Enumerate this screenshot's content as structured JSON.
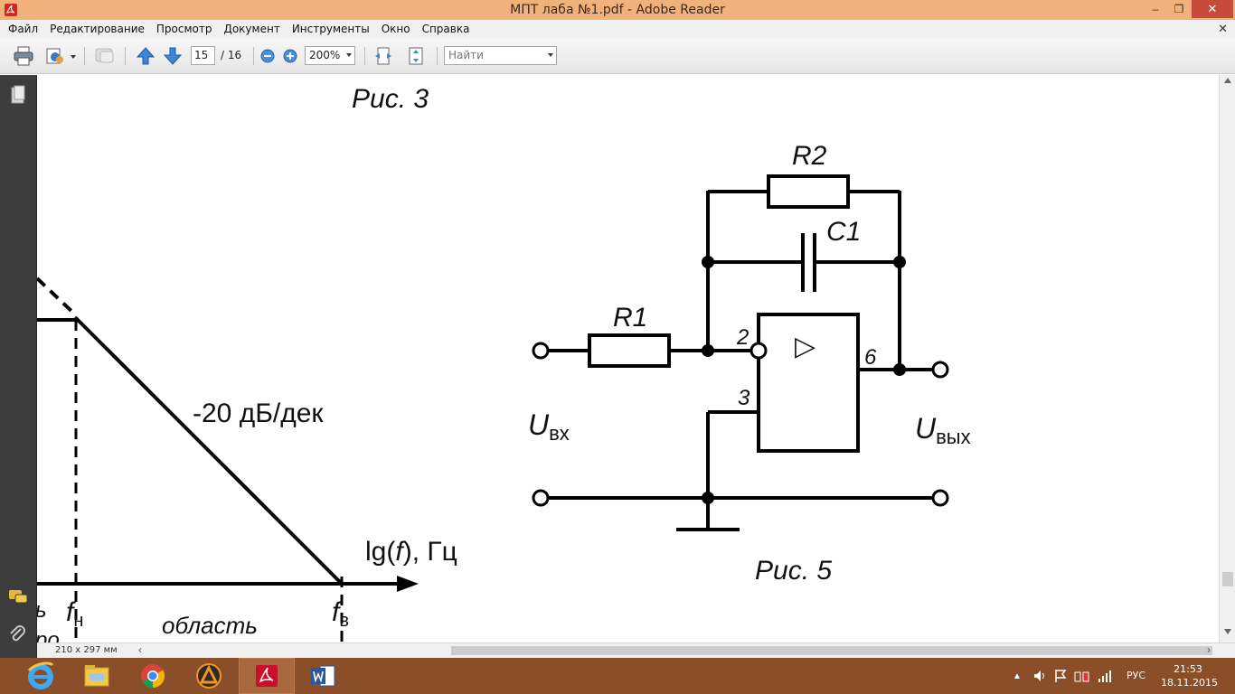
{
  "window": {
    "title": "МПТ лаба №1.pdf - Adobe Reader",
    "minimize_glyph": "‒",
    "maximize_glyph": "❐",
    "close_glyph": "✕"
  },
  "menu": {
    "items": [
      "Файл",
      "Редактирование",
      "Просмотр",
      "Документ",
      "Инструменты",
      "Окно",
      "Справка"
    ],
    "close_glyph": "✕"
  },
  "toolbar": {
    "page_current": "15",
    "page_total": "/ 16",
    "zoom": "200%",
    "search_placeholder": "Найти"
  },
  "document": {
    "fig3_caption": "Рис. 3",
    "slope_label": "-20 дБ/дек",
    "axis_label_lg": "lg",
    "axis_label_f": "f",
    "axis_label_rest": "), Гц",
    "axis_label_open": "(",
    "f_low_main": "f",
    "f_low_sub": "н",
    "f_high_main": "f",
    "f_high_sub": "в",
    "region_label": "область",
    "cut_left_1": "ь",
    "cut_left_2": "ро",
    "r1_label": "R1",
    "r2_label": "R2",
    "c1_label": "C1",
    "pin2": "2",
    "pin3": "3",
    "pin6": "6",
    "opamp_symbol": "▷",
    "u_in_main": "U",
    "u_in_sub": "вх",
    "u_out_main": "U",
    "u_out_sub": "вых",
    "fig5_caption": "Рис. 5"
  },
  "statusbar": {
    "page_size": "210 x 297 мм",
    "scroll_left_glyph": "‹",
    "scroll_right_glyph": "›"
  },
  "taskbar": {
    "apps": [
      "internet-explorer",
      "file-explorer",
      "chrome",
      "avast",
      "adobe-reader",
      "word"
    ],
    "language": "РУС",
    "time": "21:53",
    "date": "18.11.2015"
  },
  "colors": {
    "titlebar": "#f0b27a",
    "taskbar": "#8a4e28",
    "leftnav": "#3c3c3c",
    "close_button": "#c74b3a"
  }
}
